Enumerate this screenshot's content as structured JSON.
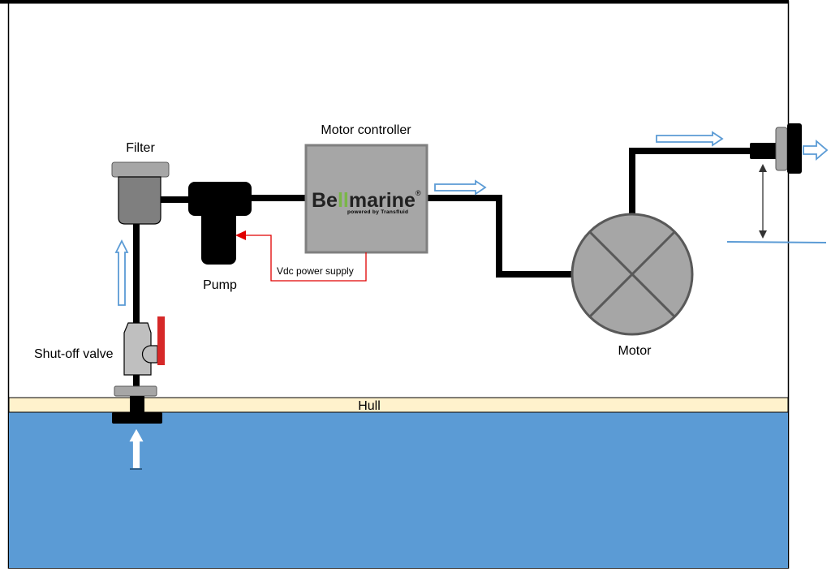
{
  "labels": {
    "filter": "Filter",
    "pump": "Pump",
    "motor_controller": "Motor controller",
    "vdc_power_supply": "Vdc power supply",
    "motor": "Motor",
    "shut_off_valve": "Shut-off valve",
    "hull": "Hull"
  },
  "logo": {
    "brand_prefix": "Be",
    "brand_highlight": "ll",
    "brand_suffix": "marine",
    "registered_mark": "®",
    "tagline": "powered by Transfluid"
  },
  "colors": {
    "pipe": "#000000",
    "component_fill": "#a6a6a6",
    "filter_body": "#7f7f7f",
    "hull": "#fff2cc",
    "water": "#5b9bd5",
    "flow_arrow": "#5b9bd5",
    "power_line": "#e00000",
    "valve_handle": "#d62828",
    "logo_accent": "#7ab648"
  }
}
